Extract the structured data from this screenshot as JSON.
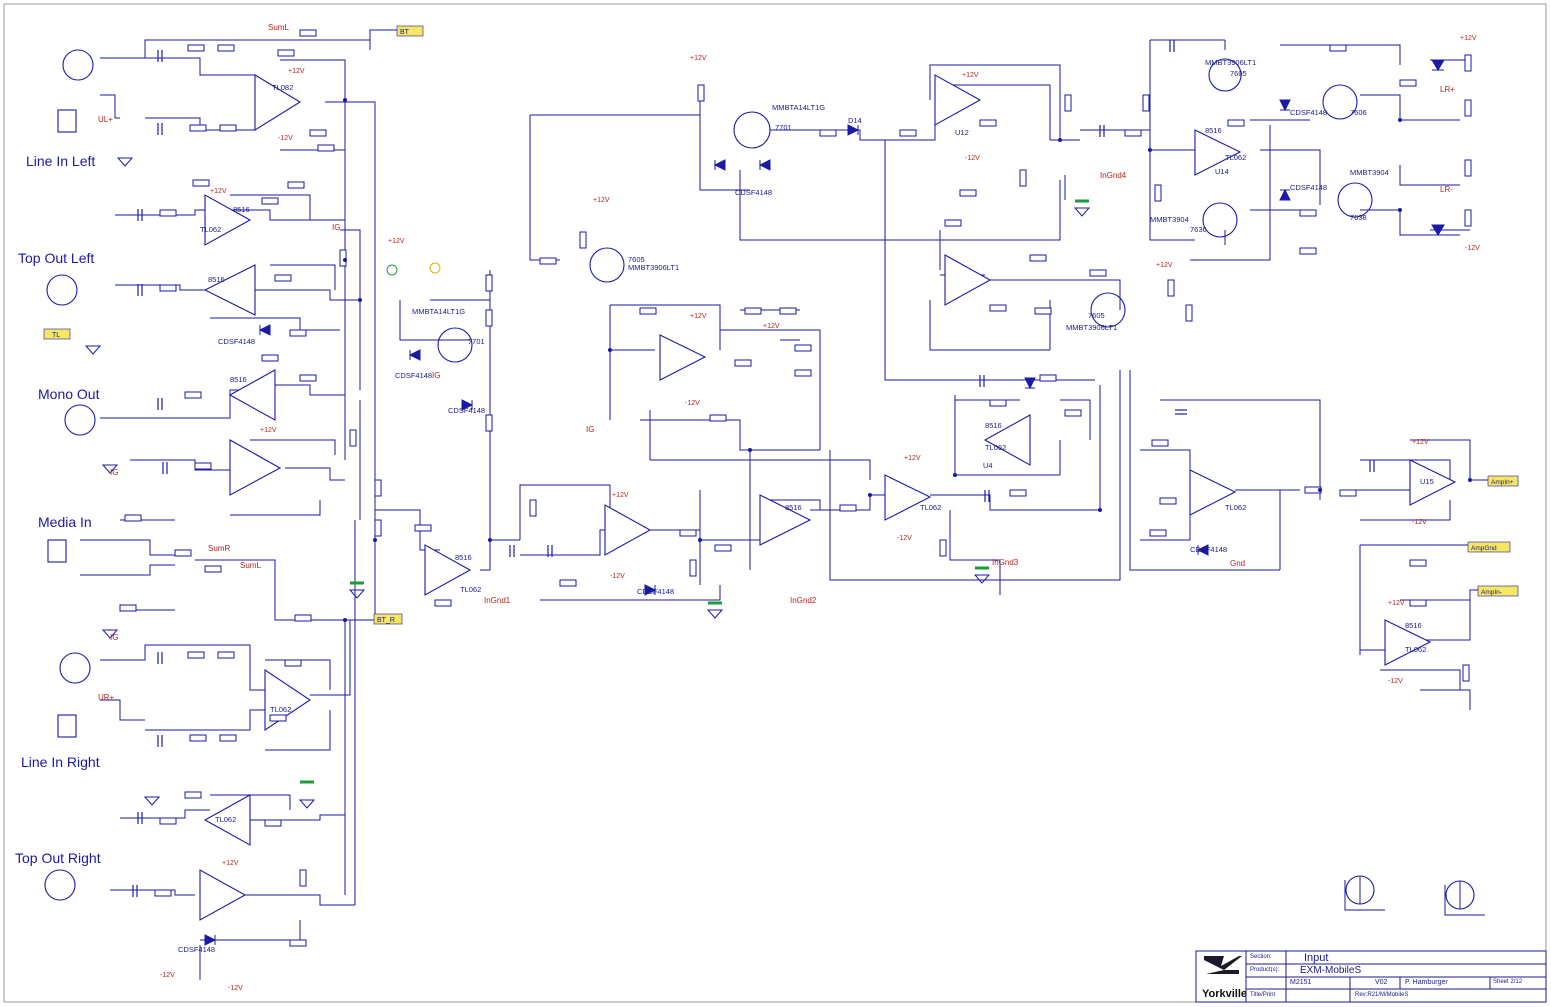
{
  "sections": [
    {
      "id": "line_in_left",
      "label": "Line In Left"
    },
    {
      "id": "top_out_left",
      "label": "Top Out Left"
    },
    {
      "id": "mono_out",
      "label": "Mono Out"
    },
    {
      "id": "media_in",
      "label": "Media In"
    },
    {
      "id": "line_in_right",
      "label": "Line In Right"
    },
    {
      "id": "top_out_right",
      "label": "Top Out Right"
    }
  ],
  "nets": {
    "bt_top": "BT",
    "bt_mid": "BT_R",
    "sum_l_top": "SumL",
    "sum_r": "SumR",
    "sum_l": "SumL",
    "ingnd1": "InGnd1",
    "ingnd2": "InGnd2",
    "ingnd3": "InGnd3",
    "ingnd4": "InGnd4",
    "gnd": "Gnd",
    "amp_in": "AmpIn+",
    "amp_gnd": "AmpGnd",
    "amp_in_neg": "AmpIn-",
    "lr_plus": "LR+",
    "lr_minus": "LR-",
    "ul_plus": "UL+",
    "ur_plus": "UR+",
    "ig": "IG",
    "tl": "TL"
  },
  "components": {
    "u1": "TL082",
    "u12": "U12",
    "u4": "U4",
    "u14": "U14",
    "u15": "U15",
    "q11": "MMBTA14LT1G",
    "q11_ref": "7701",
    "q13": "MMBT3906LT1",
    "q13_ref": "7605",
    "q7": "MMBT3906LT1",
    "q7_ref": "7605",
    "q8": "MMBTA14LT1G",
    "q8_ref": "7701",
    "q_top": "MMBT3906LT1",
    "q_top_ref": "7605",
    "q_mid": "MMBT3904",
    "q_mid_ref": "7636",
    "q_out": "MMBT3904",
    "q_out_ref": "7606",
    "q_out2": "MMBT3904",
    "q_out2_ref": "7638",
    "d14": "D14",
    "opamp_ref": "8516",
    "opamp_tl": "TL062",
    "diode": "CDSF4148",
    "supply_pos": "+12V",
    "supply_neg": "-12V"
  },
  "title_block": {
    "company": "Yorkville",
    "section_label": "Section:",
    "section_value": "Input",
    "product_label": "Product(s):",
    "product_value": "EXM-MobileS",
    "drawing_no": "M2151",
    "revision": "V02",
    "designer": "P. Hamburger",
    "sheet": "Sheet 2/12",
    "file_label": "Title/Print",
    "file_value": "Rev:R21/M/MobileS"
  },
  "colors": {
    "wire": "#1a1aa6",
    "part": "#1a1aa6",
    "net_label_bg": "#f5e663",
    "net_red": "#b3261e",
    "ground_green": "#1f9a3a"
  }
}
